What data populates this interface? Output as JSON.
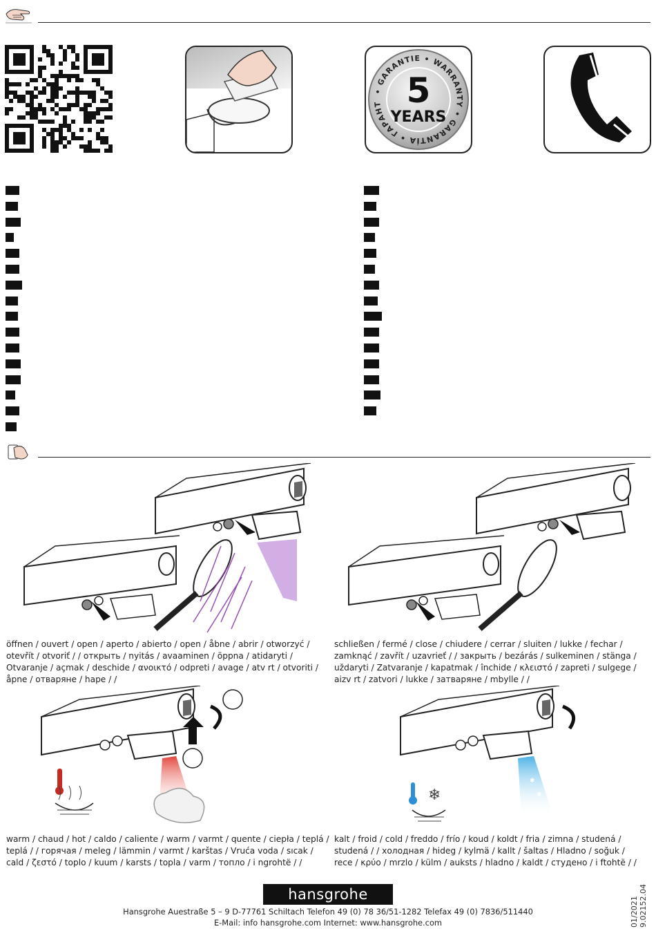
{
  "header": {
    "icon": "pointing-hand-icon"
  },
  "warranty": {
    "number": "5",
    "word": "YEARS",
    "ring_text": "• GARANTIE • WARRANTY • GARANTÍA • ГАРАНТИИ •"
  },
  "languages": {
    "left_count": 16,
    "right_count": 15
  },
  "section2": {
    "icon": "hand-touch-icon"
  },
  "captions": {
    "open": [
      "öffnen / ouvert / open / aperto / abierto / open / åbne / abrir / otworzyć /",
      "otevřít / otvoriť /      / открыть / nyitás / avaaminen / öppna / atidaryti /",
      "Otvaranje / açmak / deschide / ανοικτό / odpreti / avage / atv  rt / otvoriti /",
      "åpne / отваряне / hape /      /"
    ],
    "close": [
      "schließen / fermé / close / chiudere / cerrar / sluiten / lukke / fechar /",
      "zamknąć / zavřít / uzavrieť /      / закрыть / bezárás / sulkeminen / stänga /",
      "uždaryti / Zatvaranje / kapatmak / închide / κλειστό / zapreti / sulgege /",
      "aizv  rt / zatvori / lukke / затваряне / mbylle /          /"
    ],
    "warm": [
      "warm / chaud / hot / caldo / caliente / warm / varmt / quente / ciepła / teplá /",
      "teplá /      / горячая / meleg / lämmin / varmt / karštas / Vruća voda / sıcak /",
      "cald / ζεστό / toplo / kuum / karsts / topla / varm / топло / i ngrohtë /          /"
    ],
    "cold": [
      "kalt / froid / cold / freddo / frío / koud / koldt / fria / zimna / studená /",
      "studená /      / холодная / hideg / kylmä / kallt / šaltas / Hladno / soğuk /",
      "rece / κρύο / mrzlo / külm / auksts / hladno / kaldt / студено / i ftohtë /      /"
    ]
  },
  "footer": {
    "brand": "hansgrohe",
    "address": "Hansgrohe   Auestraße 5 – 9   D-77761 Schiltach   Telefon   49 (0)  78 36/51-1282   Telefax   49 (0)  7836/511440",
    "web": "E-Mail: info   hansgrohe.com   Internet: www.hansgrohe.com",
    "doc_date": "01/2021",
    "doc_number": "9.02152.04"
  }
}
